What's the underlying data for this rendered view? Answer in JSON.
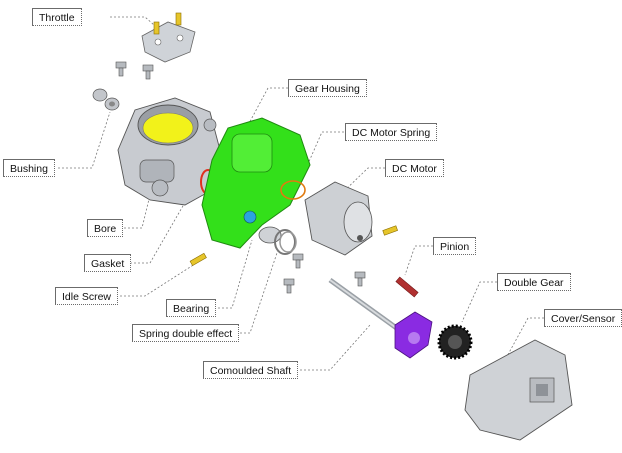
{
  "labels": {
    "throttle": "Throttle",
    "gear_housing": "Gear Housing",
    "dc_motor_spring": "DC Motor Spring",
    "dc_motor": "DC Motor",
    "bushing": "Bushing",
    "bore": "Bore",
    "gasket": "Gasket",
    "idle_screw": "Idle Screw",
    "bearing": "Bearing",
    "spring_double_effect": "Spring double effect",
    "comoulded_shaft": "Comoulded Shaft",
    "pinion": "Pinion",
    "double_gear": "Double Gear",
    "cover_sensor": "Cover/Sensor"
  },
  "colors": {
    "gear_housing": "#33e01a",
    "shaft_gear": "#8a2be2",
    "bore_insert": "#f2f21a",
    "spring": "#e07a10",
    "pinion": "#b03030",
    "metal": "#c8cbd0",
    "dark_gear": "#222222",
    "leader": "#777777"
  }
}
